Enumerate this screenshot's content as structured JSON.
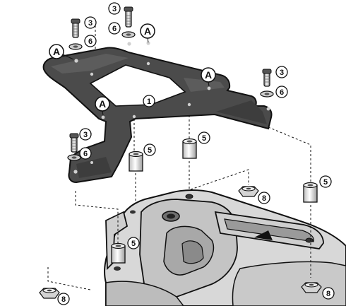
{
  "colors": {
    "plate": "#4a4a4a",
    "plate_edge": "#111111",
    "rack": "#dcdcdc",
    "rack_dark": "#7a7a7a",
    "metal": "#e8e8e8",
    "line": "#111111"
  },
  "callouts": {
    "c3": "3",
    "c5": "5",
    "c6": "6",
    "c8": "8",
    "c1": "1",
    "ca": "A"
  }
}
